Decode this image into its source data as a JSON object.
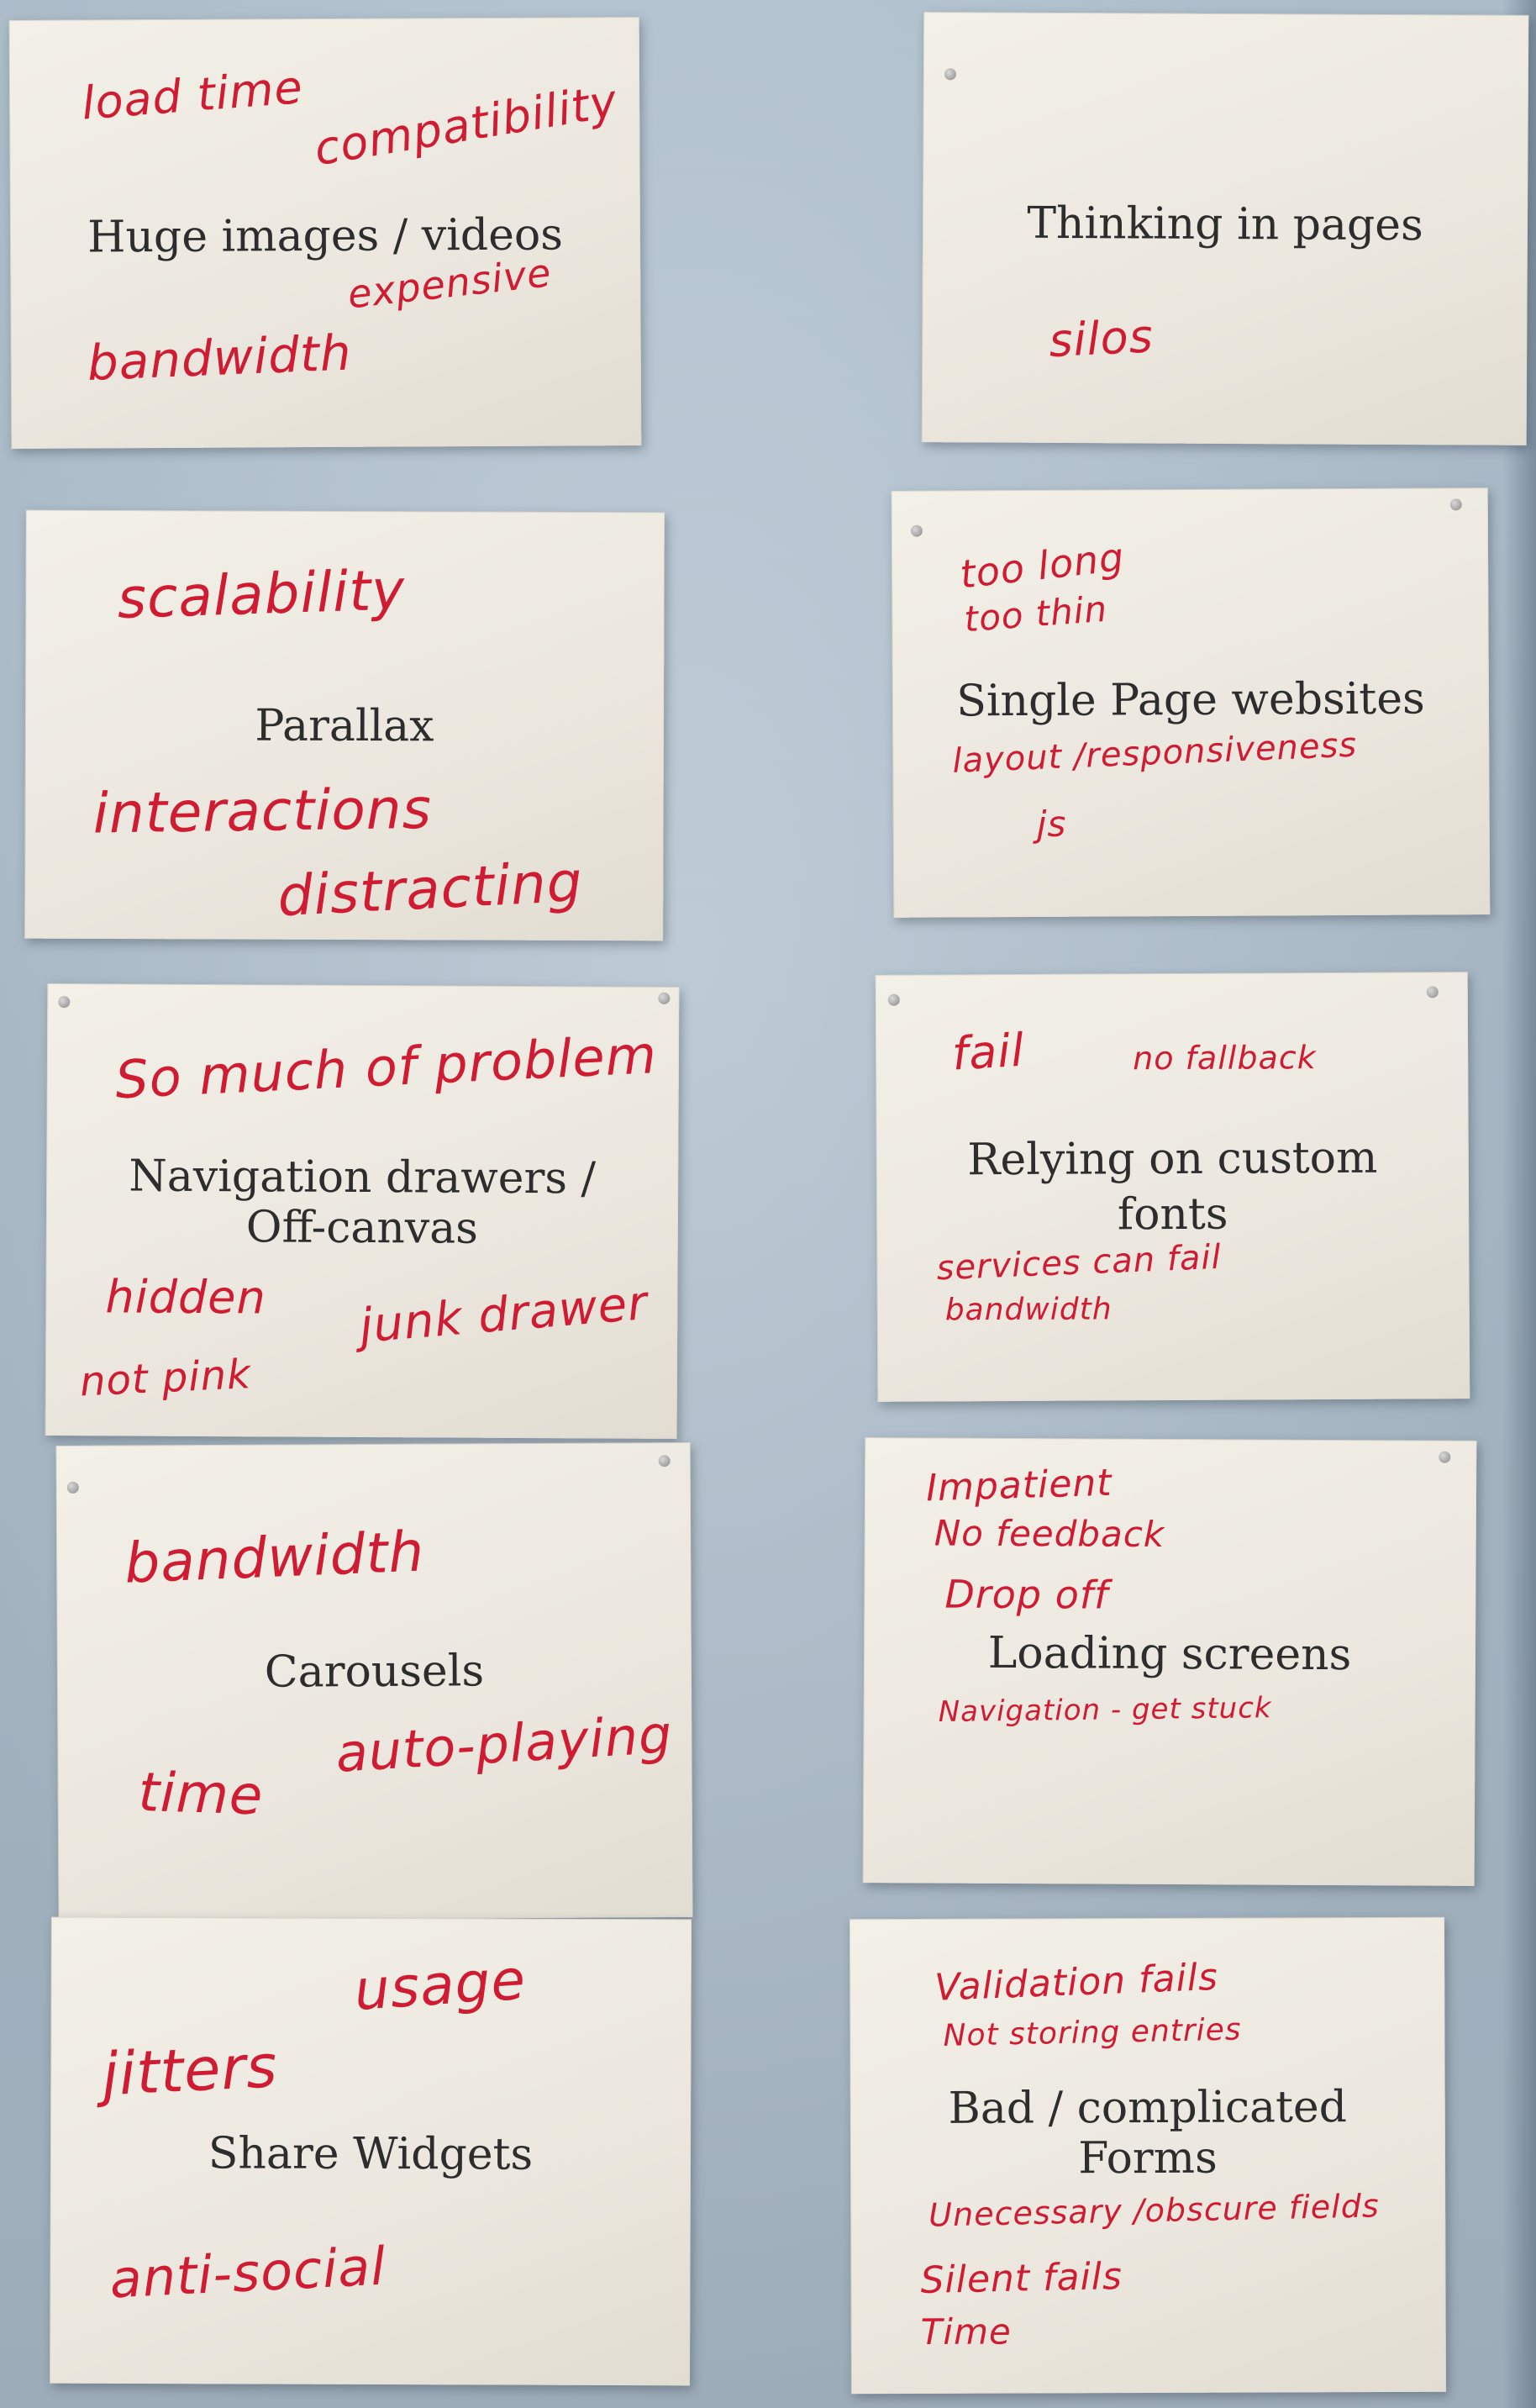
{
  "papers": [
    {
      "title": "Huge images / videos",
      "notes": [
        "load time",
        "compatibility",
        "expensive",
        "bandwidth"
      ]
    },
    {
      "title": "Thinking in pages",
      "notes": [
        "silos"
      ]
    },
    {
      "title": "Parallax",
      "notes": [
        "scalability",
        "interactions",
        "distracting"
      ]
    },
    {
      "title": "Single Page websites",
      "notes": [
        "too long",
        "too thin",
        "layout /responsiveness",
        "js"
      ]
    },
    {
      "title_lines": [
        "Navigation drawers /",
        "Off-canvas"
      ],
      "notes": [
        "So much of problem",
        "hidden",
        "junk drawer",
        "not pink"
      ]
    },
    {
      "title_lines": [
        "Relying on custom",
        "fonts"
      ],
      "notes": [
        "fail",
        "no fallback",
        "services can fail",
        "bandwidth"
      ]
    },
    {
      "title": "Carousels",
      "notes": [
        "bandwidth",
        "auto-playing",
        "time"
      ]
    },
    {
      "title": "Loading screens",
      "notes": [
        "Impatient",
        "No feedback",
        "Drop off",
        "Navigation - get stuck"
      ]
    },
    {
      "title": "Share Widgets",
      "notes": [
        "usage",
        "jitters",
        "anti-social"
      ]
    },
    {
      "title_lines": [
        "Bad / complicated",
        "Forms"
      ],
      "notes": [
        "Validation fails",
        "Not storing entries",
        "Unecessary /obscure fields",
        "Silent fails",
        "Time"
      ]
    }
  ],
  "colors": {
    "wall": "#b1c2d0",
    "paper": "#efebe3",
    "marker": "#d01c33",
    "print": "#2d2d2d"
  }
}
